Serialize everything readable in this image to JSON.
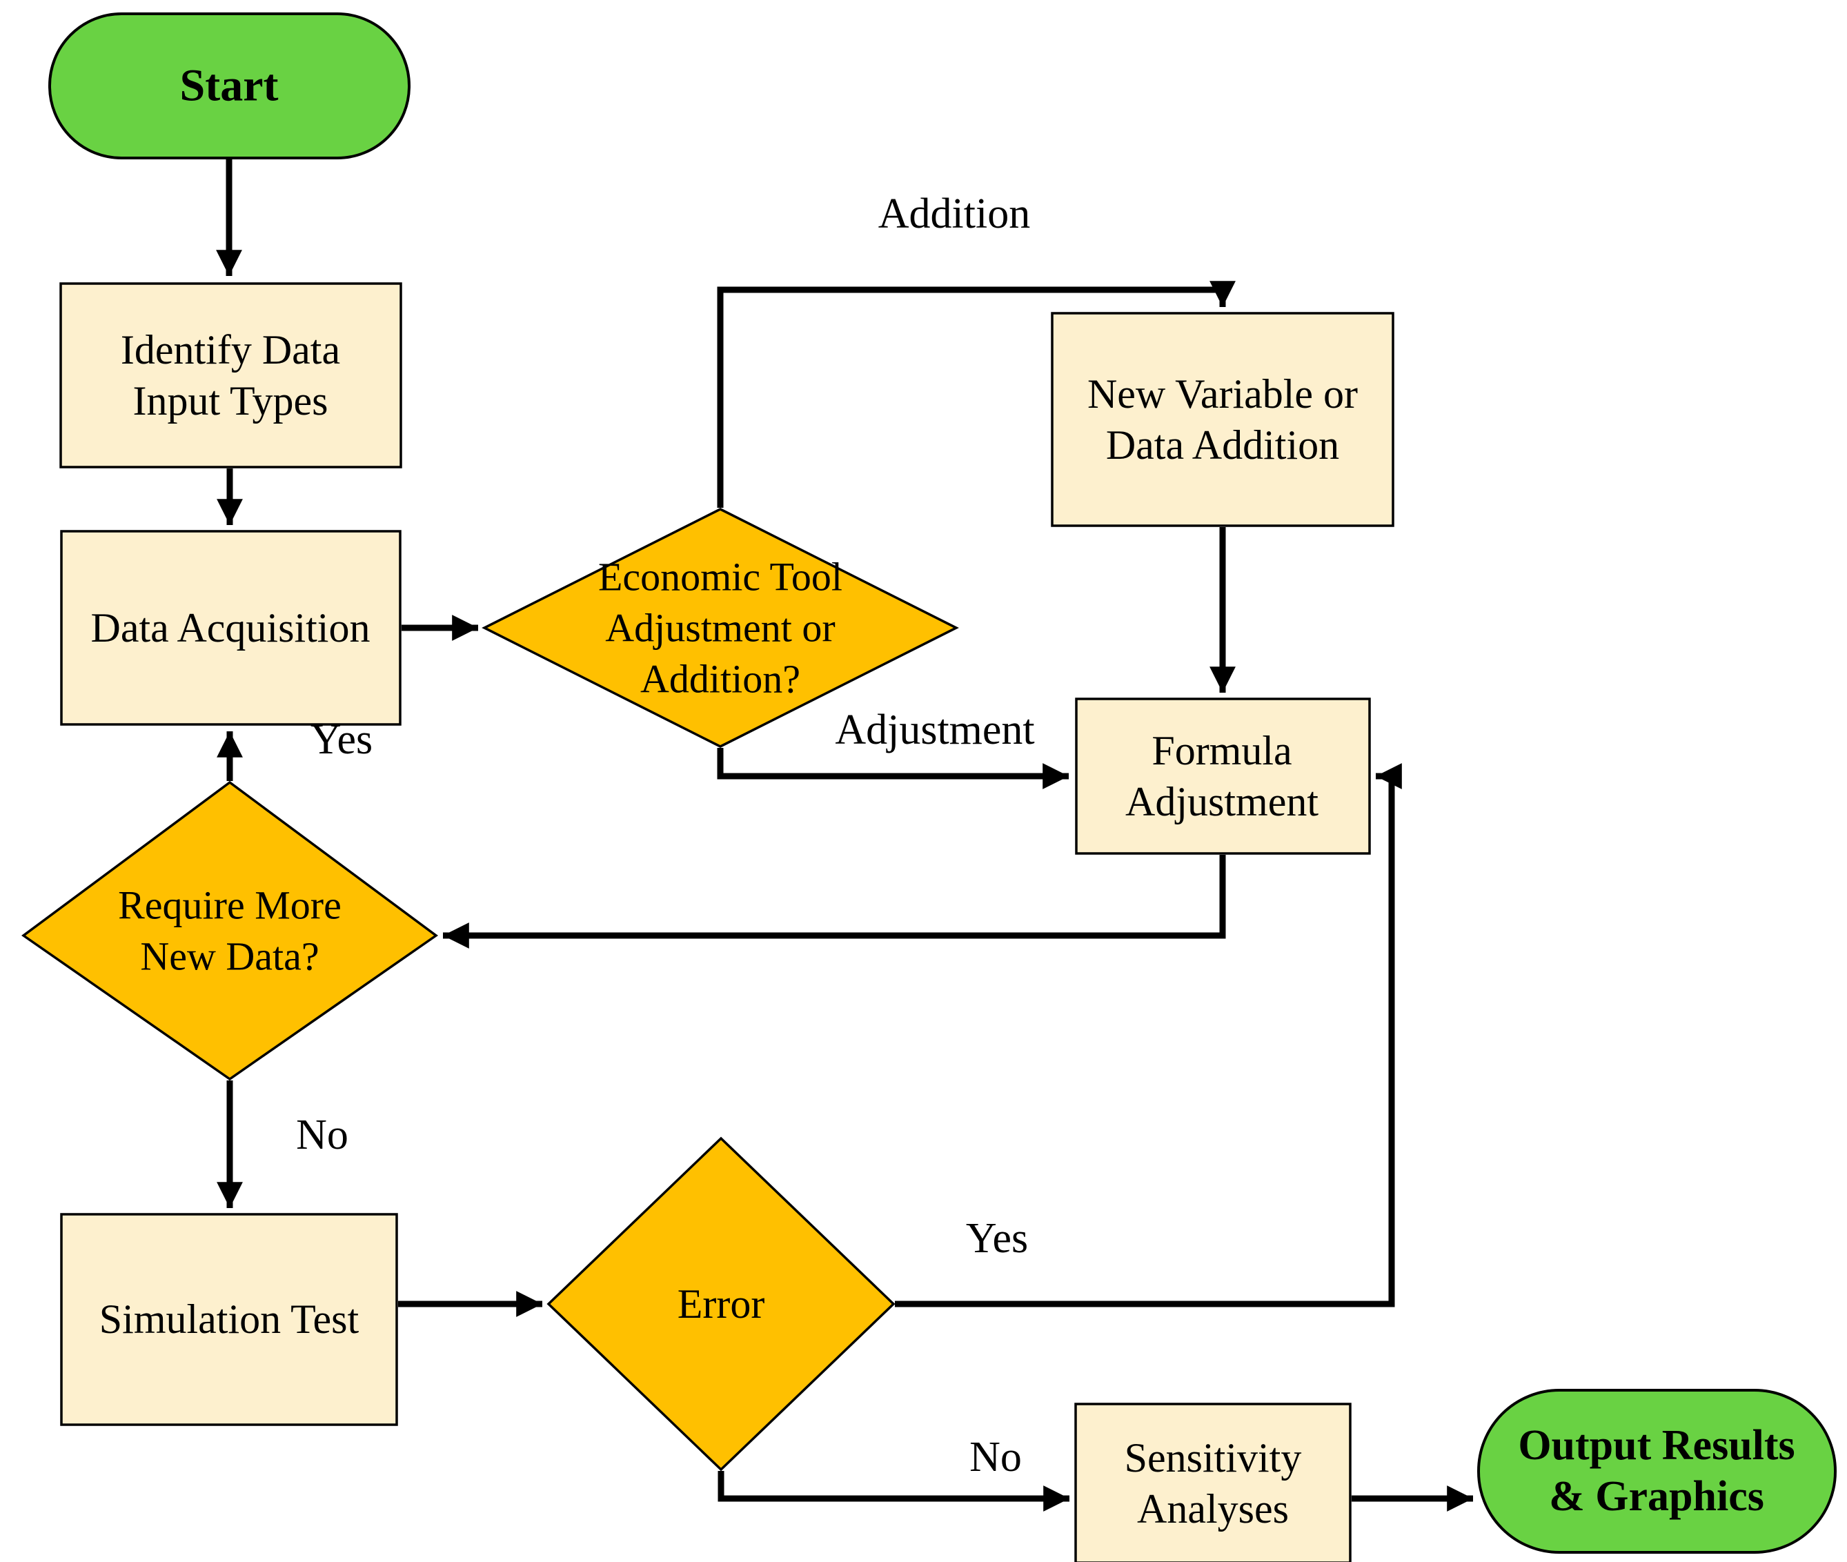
{
  "diagram": {
    "type": "flowchart",
    "colors": {
      "terminal_fill": "#69D243",
      "process_fill": "#FDF0CE",
      "decision_fill": "#FFC000",
      "line_color": "#000000"
    },
    "nodes": {
      "start": {
        "type": "terminal",
        "label": "Start"
      },
      "identify": {
        "type": "process",
        "lines": [
          "Identify Data",
          "Input Types"
        ]
      },
      "acquisition": {
        "type": "process",
        "label": "Data Acquisition"
      },
      "econ_decision": {
        "type": "decision",
        "lines": [
          "Economic Tool",
          "Adjustment or",
          "Addition?"
        ]
      },
      "new_variable": {
        "type": "process",
        "lines": [
          "New Variable or",
          "Data Addition"
        ]
      },
      "formula": {
        "type": "process",
        "lines": [
          "Formula",
          "Adjustment"
        ]
      },
      "require_more": {
        "type": "decision",
        "lines": [
          "Require More",
          "New Data?"
        ]
      },
      "simulation": {
        "type": "process",
        "label": "Simulation Test"
      },
      "error": {
        "type": "decision",
        "label": "Error"
      },
      "sensitivity": {
        "type": "process",
        "lines": [
          "Sensitivity",
          "Analyses"
        ]
      },
      "output": {
        "type": "terminal",
        "lines": [
          "Output Results",
          "& Graphics"
        ]
      }
    },
    "edge_labels": {
      "addition": "Addition",
      "adjustment": "Adjustment",
      "yes_more_data": "Yes",
      "no_more_data": "No",
      "yes_error": "Yes",
      "no_error": "No"
    }
  }
}
